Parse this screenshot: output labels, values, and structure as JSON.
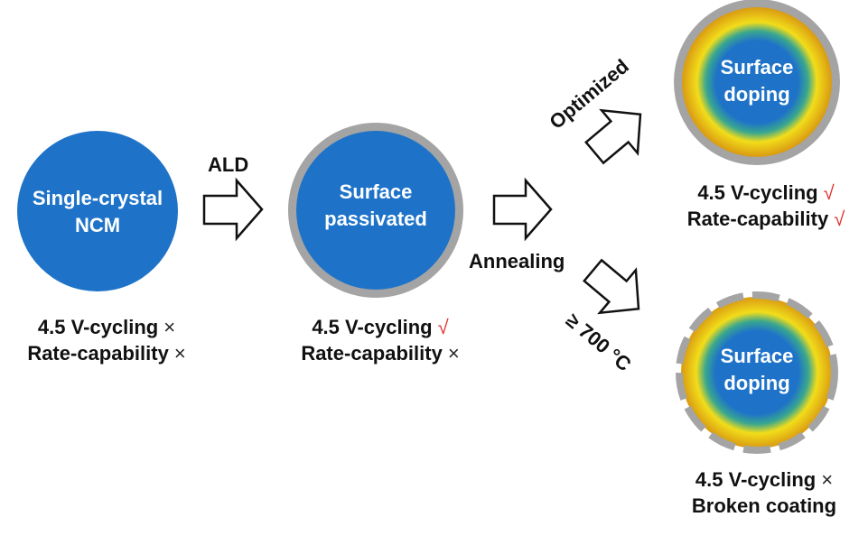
{
  "colors": {
    "core_blue": "#1e73c8",
    "shell_gray": "#a4a4a4",
    "dope_yellow": "#f2dd1a",
    "dope_orange": "#d99a12",
    "dope_green": "#3aa78e",
    "check_red": "#e0322e"
  },
  "stages": {
    "pristine": {
      "label_line1": "Single-crystal",
      "label_line2": "NCM",
      "cycling": "4.5 V-cycling",
      "cycling_mark": "×",
      "rate": "Rate-capability",
      "rate_mark": "×"
    },
    "passivated": {
      "label_line1": "Surface",
      "label_line2": "passivated",
      "cycling": "4.5 V-cycling",
      "cycling_mark": "√",
      "rate": "Rate-capability",
      "rate_mark": "×"
    },
    "optimized": {
      "label_line1": "Surface",
      "label_line2": "doping",
      "cycling": "4.5 V-cycling",
      "cycling_mark": "√",
      "rate": "Rate-capability",
      "rate_mark": "√"
    },
    "broken": {
      "label_line1": "Surface",
      "label_line2": "doping",
      "cycling": "4.5 V-cycling",
      "cycling_mark": "×",
      "rate": "Broken coating"
    }
  },
  "steps": {
    "ald": "ALD",
    "annealing": "Annealing",
    "optimized": "Optimized",
    "high_temp": "≥ 700 °C"
  }
}
